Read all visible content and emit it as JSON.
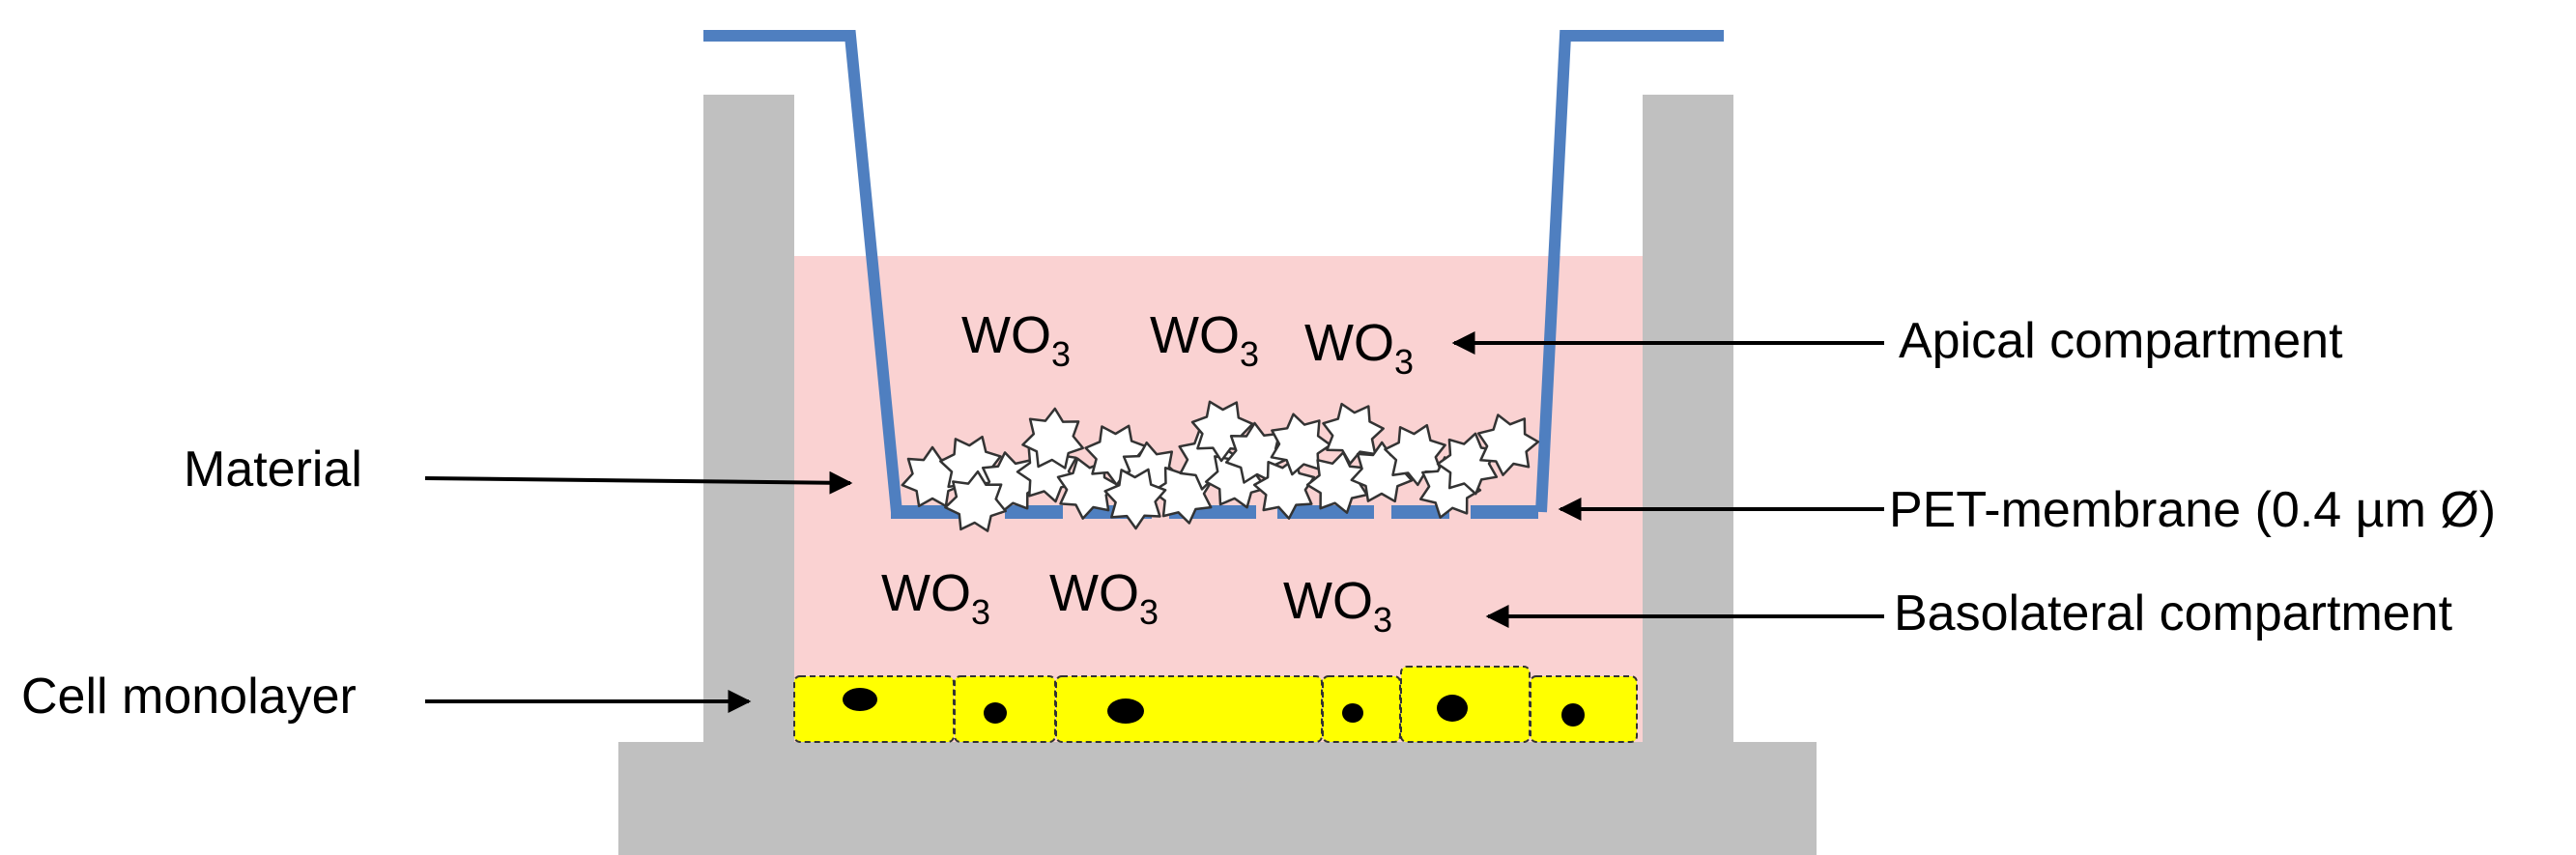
{
  "labels": {
    "apical": "Apical compartment",
    "membrane": "PET-membrane (0.4 µm Ø)",
    "basolateral": "Basolateral compartment",
    "material": "Material",
    "cell_monolayer": "Cell monolayer"
  },
  "compound": {
    "base": "WO",
    "subscript": "3"
  },
  "colors": {
    "well_wall": "#c0c0c0",
    "medium": "#fad2d2",
    "insert": "#4f7fc0",
    "cells": "#ffff00",
    "nucleus": "#000000",
    "arrow": "#000000",
    "material_fill": "#ffffff"
  }
}
